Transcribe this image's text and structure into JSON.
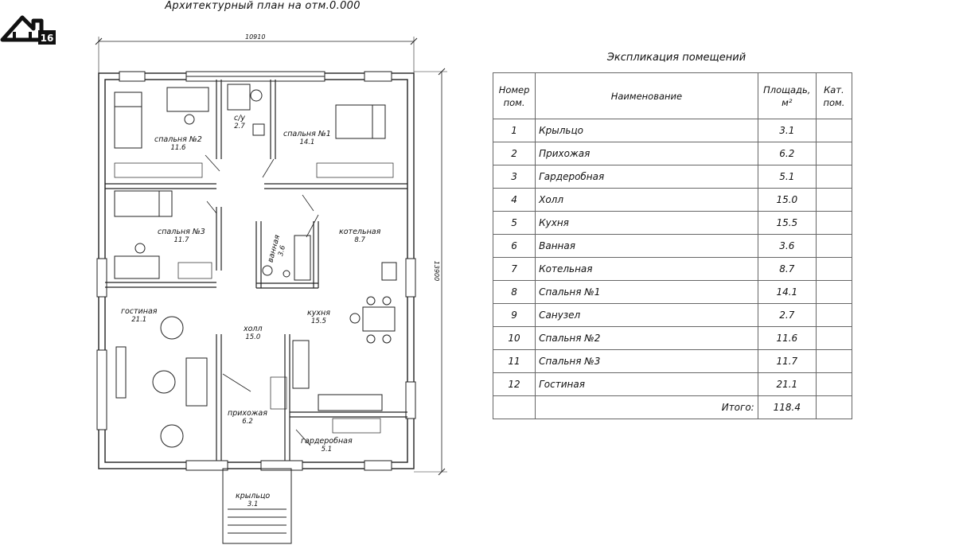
{
  "logo": {
    "text": "16"
  },
  "plan": {
    "title": "Архитектурный план на отм.0.000",
    "dim_width": "10910",
    "dim_height": "13900",
    "rooms": [
      {
        "name": "спальня №2",
        "area": "11.6"
      },
      {
        "name": "с/у",
        "area": "2.7"
      },
      {
        "name": "спальня №1",
        "area": "14.1"
      },
      {
        "name": "спальня №3",
        "area": "11.7"
      },
      {
        "name": "котельная",
        "area": "8.7"
      },
      {
        "name": "ванная",
        "area": "3.6"
      },
      {
        "name": "гостиная",
        "area": "21.1"
      },
      {
        "name": "холл",
        "area": "15.0"
      },
      {
        "name": "кухня",
        "area": "15.5"
      },
      {
        "name": "прихожая",
        "area": "6.2"
      },
      {
        "name": "гардеробная",
        "area": "5.1"
      },
      {
        "name": "крыльцо",
        "area": "3.1"
      }
    ]
  },
  "explication": {
    "title": "Экспликация помещений",
    "headers": {
      "num": "Номер пом.",
      "name": "Наименование",
      "area": "Площадь, м²",
      "cat": "Кат. пом."
    },
    "rows": [
      {
        "num": "1",
        "name": "Крыльцо",
        "area": "3.1"
      },
      {
        "num": "2",
        "name": "Прихожая",
        "area": "6.2"
      },
      {
        "num": "3",
        "name": "Гардеробная",
        "area": "5.1"
      },
      {
        "num": "4",
        "name": "Холл",
        "area": "15.0"
      },
      {
        "num": "5",
        "name": "Кухня",
        "area": "15.5"
      },
      {
        "num": "6",
        "name": "Ванная",
        "area": "3.6"
      },
      {
        "num": "7",
        "name": "Котельная",
        "area": "8.7"
      },
      {
        "num": "8",
        "name": "Спальня №1",
        "area": "14.1"
      },
      {
        "num": "9",
        "name": "Санузел",
        "area": "2.7"
      },
      {
        "num": "10",
        "name": "Спальня №2",
        "area": "11.6"
      },
      {
        "num": "11",
        "name": "Спальня №3",
        "area": "11.7"
      },
      {
        "num": "12",
        "name": "Гостиная",
        "area": "21.1"
      }
    ],
    "total_label": "Итого:",
    "total_value": "118.4"
  }
}
